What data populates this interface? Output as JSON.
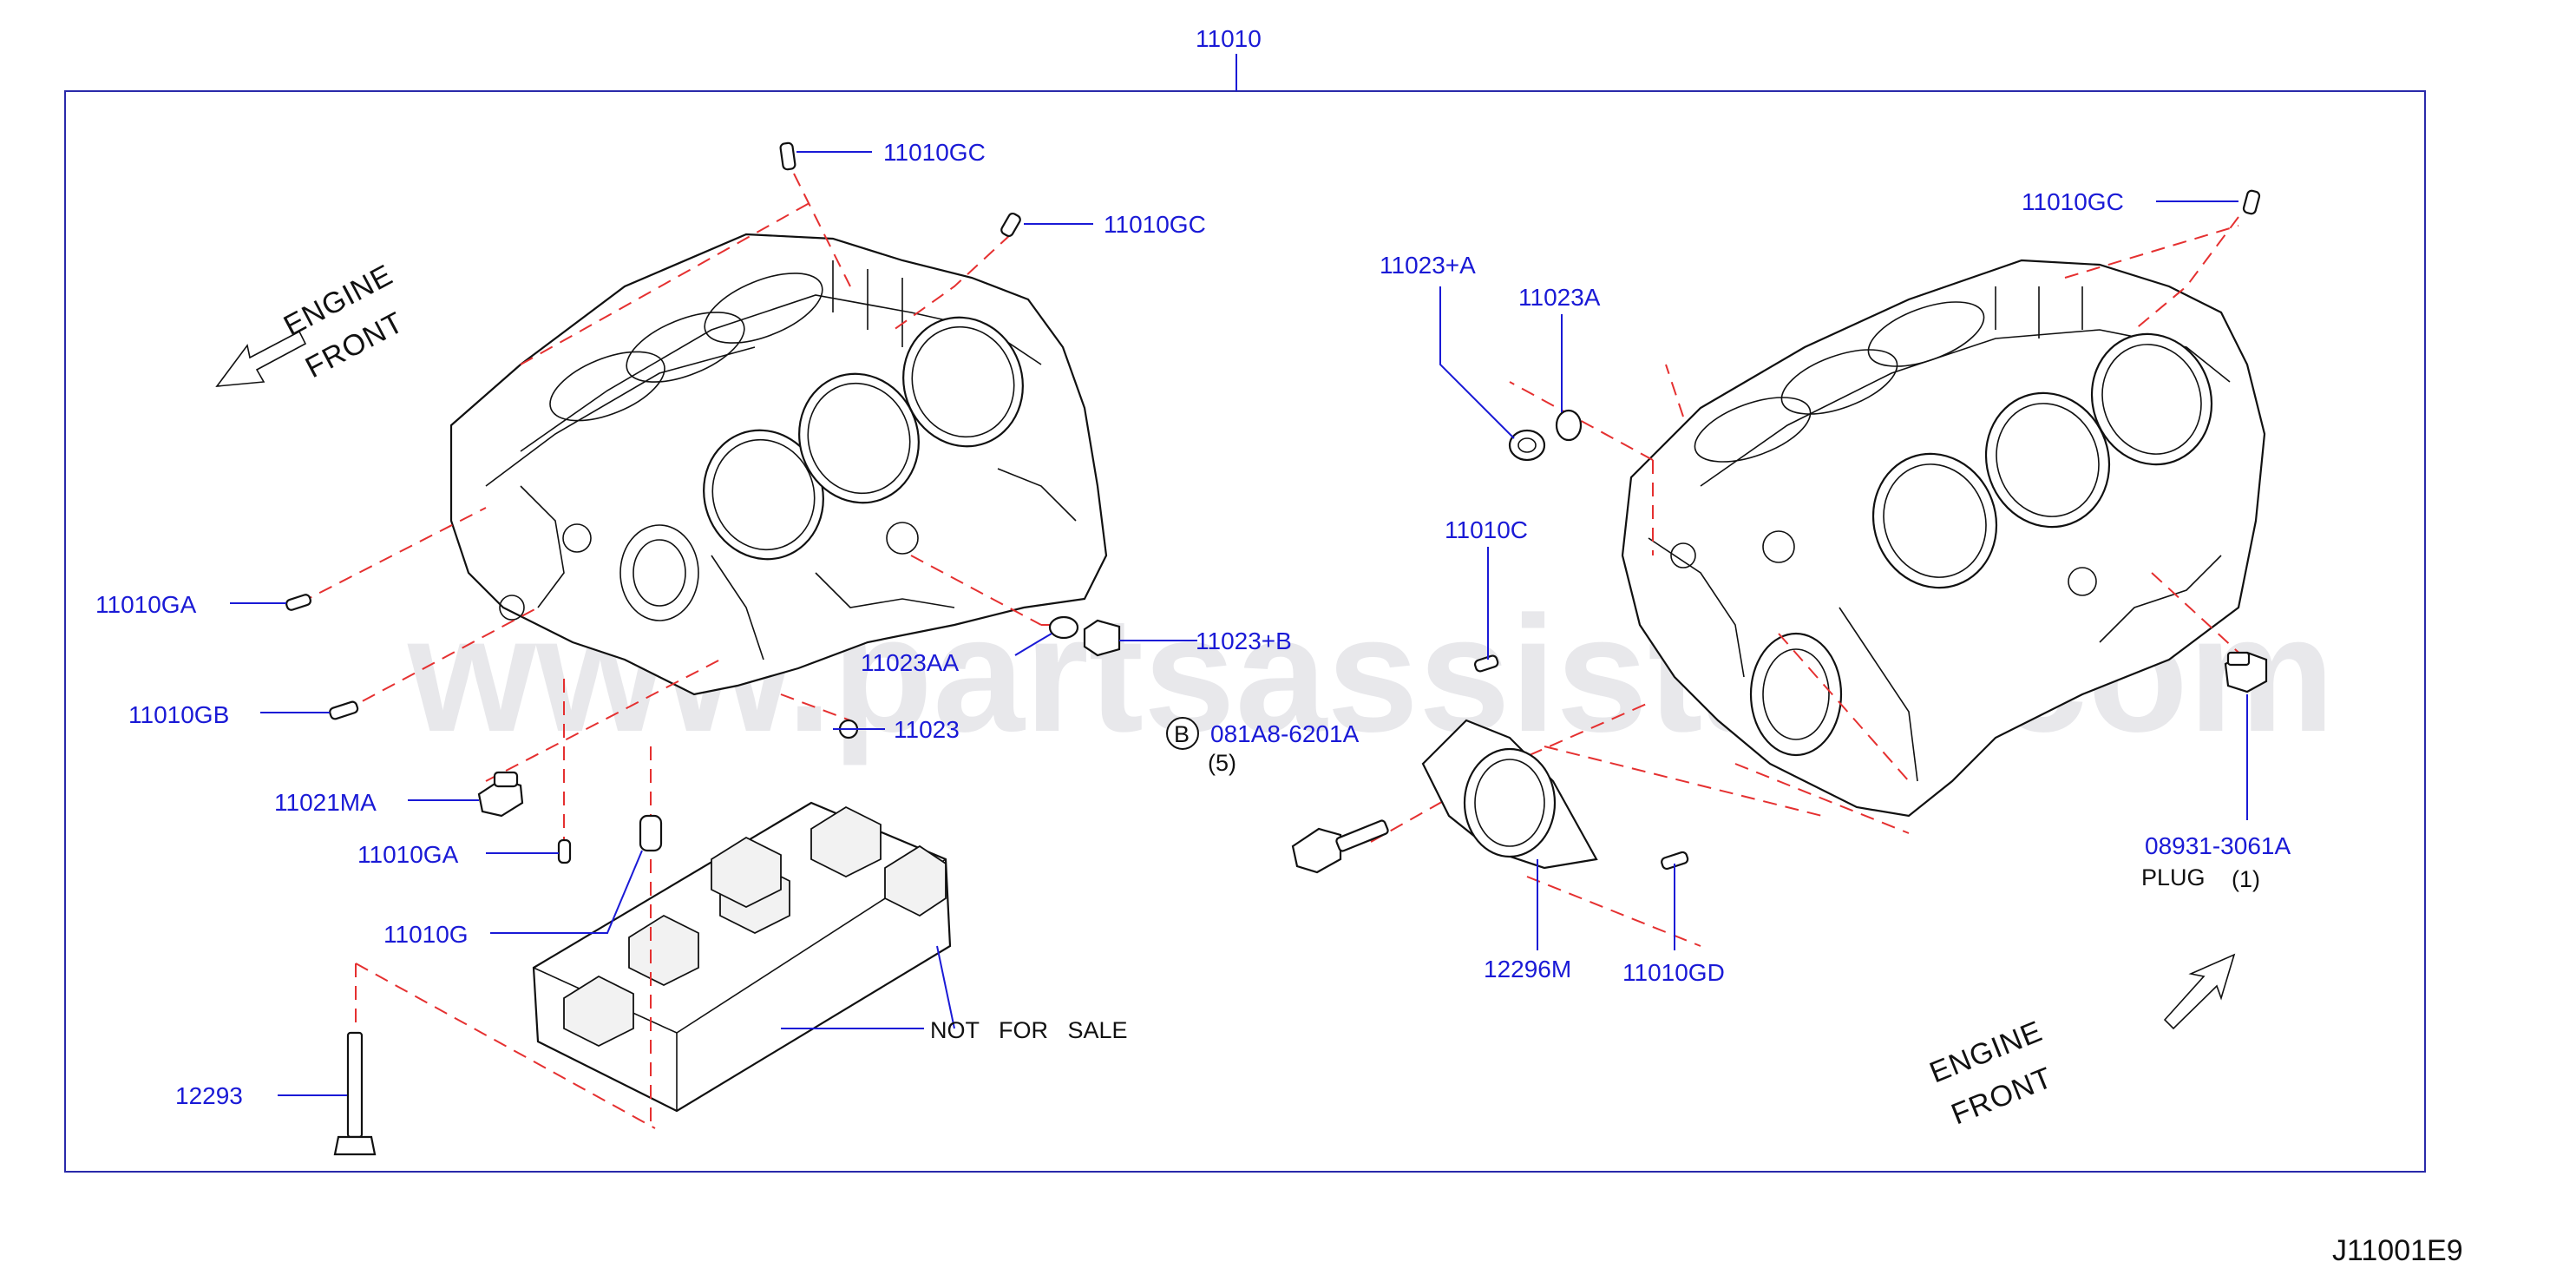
{
  "diagram": {
    "assembly_number": "11010",
    "diagram_code": "J11001E9",
    "watermark": "www.partsassistant.com",
    "engine_front_left": [
      "ENGINE",
      "FRONT"
    ],
    "engine_front_right": [
      "ENGINE",
      "FRONT"
    ],
    "callouts": {
      "gc1": "11010GC",
      "gc2": "11010GC",
      "gc3": "11010GC",
      "ga1": "11010GA",
      "gb": "11010GB",
      "ma": "11021MA",
      "ga2": "11010GA",
      "g": "11010G",
      "bolt": "12293",
      "aa": "11023AA",
      "plug11023": "11023",
      "plusB": "11023+B",
      "plusA": "11023+A",
      "a": "11023A",
      "c": "11010C",
      "bolt081": "081A8-6201A",
      "seal": "12296M",
      "gd": "11010GD",
      "plug08931": "08931-3061A"
    },
    "bolt_qty": "(5)",
    "circle_letter": "B",
    "plug_label": "PLUG",
    "plug_qty": "(1)",
    "not_for_sale": "NOT   FOR   SALE"
  }
}
